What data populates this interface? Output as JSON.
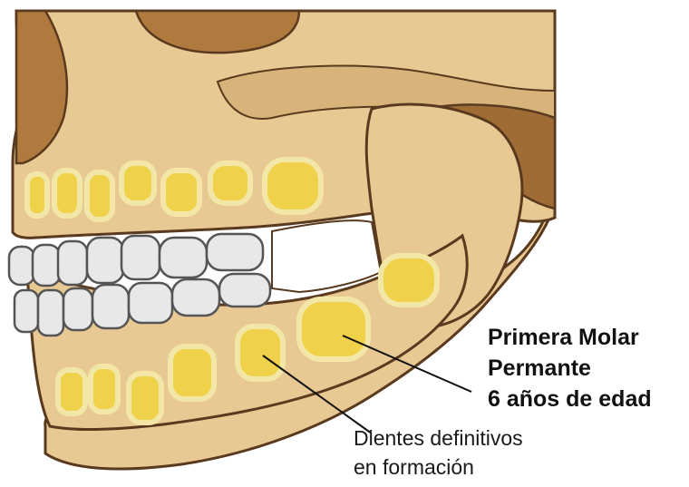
{
  "labels": {
    "first_molar": {
      "line1": "Primera Molar",
      "line2": "Permante",
      "line3": "6 años de edad"
    },
    "developing_teeth": {
      "line1": "Dientes definitivos",
      "line2": "en formación"
    }
  },
  "colors": {
    "bone": "#e8c893",
    "bone_shadow": "#c9a068",
    "bone_dark": "#8a5a2b",
    "cavity": "#b07a3f",
    "tooth_bud": "#f0d24a",
    "bud_ring": "#f3e7a8",
    "erupted_tooth": "#e8e8e8",
    "outline": "#5a3a1e"
  }
}
